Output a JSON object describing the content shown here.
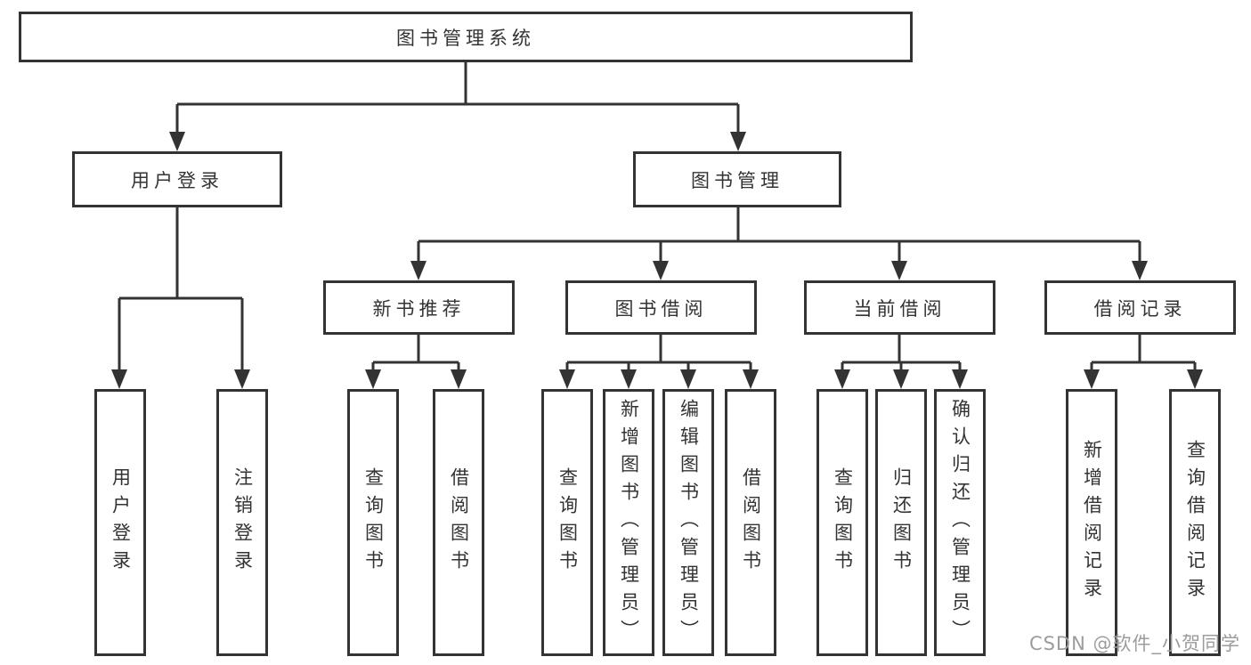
{
  "diagram_title": "图书管理系统",
  "tree": {
    "label": "图书管理系统",
    "children": [
      {
        "label": "用户登录",
        "children": [
          {
            "label": "用户登录"
          },
          {
            "label": "注销登录"
          }
        ]
      },
      {
        "label": "图书管理",
        "children": [
          {
            "label": "新书推荐",
            "children": [
              {
                "label": "查询图书"
              },
              {
                "label": "借阅图书"
              }
            ]
          },
          {
            "label": "图书借阅",
            "children": [
              {
                "label": "查询图书"
              },
              {
                "label": "新增图书（管理员）"
              },
              {
                "label": "编辑图书（管理员）"
              },
              {
                "label": "借阅图书"
              }
            ]
          },
          {
            "label": "当前借阅",
            "children": [
              {
                "label": "查询图书"
              },
              {
                "label": "归还图书"
              },
              {
                "label": "确认归还（管理员）"
              }
            ]
          },
          {
            "label": "借阅记录",
            "children": [
              {
                "label": "新增借阅记录"
              },
              {
                "label": "查询借阅记录"
              }
            ]
          }
        ]
      }
    ]
  },
  "watermark": {
    "text": "CSDN @软件_小贺同学"
  },
  "colors": {
    "line": "#333333",
    "text": "#333333",
    "box_fill": "#ffffff",
    "background": "#ffffff",
    "watermark": "#9c9c9c"
  }
}
